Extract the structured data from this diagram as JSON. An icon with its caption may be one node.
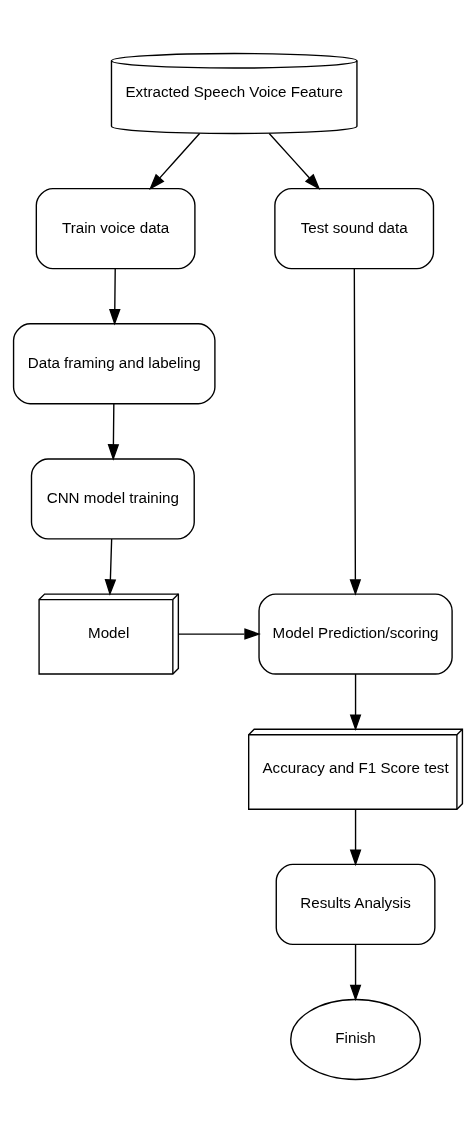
{
  "diagram": {
    "nodes": [
      {
        "text": [
          "Extracted Speech Voice Feature"
        ]
      },
      {
        "text": [
          "Train voice data"
        ]
      },
      {
        "text": [
          "Test sound data"
        ]
      },
      {
        "text": [
          "Data framing and labeling"
        ]
      },
      {
        "text": [
          "CNN model training"
        ]
      },
      {
        "text": [
          "Model"
        ]
      },
      {
        "text": [
          "Model Prediction/scoring"
        ]
      },
      {
        "text": [
          "Accuracy and F1 Score test"
        ]
      },
      {
        "text": [
          "Results Analysis"
        ]
      },
      {
        "text": [
          "Finish"
        ]
      }
    ],
    "edges": [
      {
        "from": 0,
        "to": 1,
        "arrow": "to"
      },
      {
        "from": 0,
        "to": 2,
        "arrow": "to"
      },
      {
        "from": 1,
        "to": 3,
        "arrow": "to"
      },
      {
        "from": 3,
        "to": 4,
        "arrow": "to"
      },
      {
        "from": 4,
        "to": 5,
        "arrow": "to"
      },
      {
        "from": 5,
        "to": 6,
        "arrow": "to"
      },
      {
        "from": 2,
        "to": 6,
        "arrow": "to"
      },
      {
        "from": 6,
        "to": 7,
        "arrow": "to"
      },
      {
        "from": 7,
        "to": 8,
        "arrow": "to"
      },
      {
        "from": 8,
        "to": 9,
        "arrow": "to"
      }
    ]
  }
}
